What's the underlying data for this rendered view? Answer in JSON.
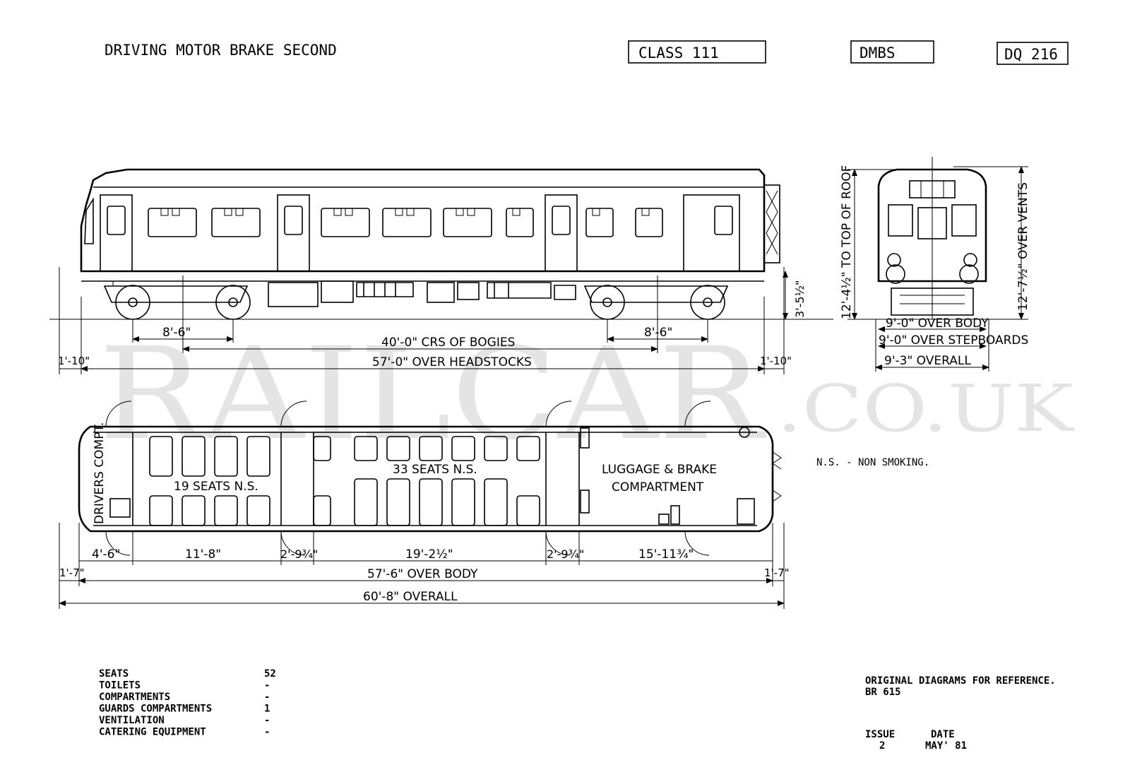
{
  "header": {
    "title": "DRIVING MOTOR BRAKE SECOND",
    "class_box": "CLASS 111",
    "type_box": "DMBS",
    "diagram_box": "DQ 216"
  },
  "watermark": {
    "main": "RAILCAR",
    "suffix": ".CO.UK"
  },
  "side_elevation": {
    "dims": {
      "bogie_wheelbase_left": "8'-6\"",
      "bogie_wheelbase_right": "8'-6\"",
      "bogie_centres": "40'-0\" CRS OF BOGIES",
      "headstocks": "57'-0\" OVER HEADSTOCKS",
      "overhang_left": "1'-10\"",
      "overhang_right": "1'-10\"",
      "floor_height": "3'-5½\""
    }
  },
  "end_elevation": {
    "dims": {
      "top_of_roof": "12'-4½\" TO TOP OF ROOF",
      "over_vents": "12'-7½\" OVER VENTS",
      "over_body": "9'-0\" OVER BODY",
      "over_stepboards": "9'-0\" OVER STEPBOARDS",
      "overall": "9'-3\" OVERALL"
    }
  },
  "plan": {
    "drivers_compt": "DRIVERS COMPT.",
    "seats_19": "19 SEATS  N.S.",
    "seats_33": "33  SEATS  N.S.",
    "luggage_line1": "LUGGAGE  &  BRAKE",
    "luggage_line2": "COMPARTMENT",
    "dims": {
      "d1": "4'-6\"",
      "d2": "11'-8\"",
      "d3": "2'-9¾\"",
      "d4": "19'-2½\"",
      "d5": "2'-9¾\"",
      "d6": "15'-11¾\"",
      "end_left": "1'-7\"",
      "end_right": "1'-7\"",
      "over_body": "57'-6\" OVER BODY",
      "overall": "60'-8\" OVERALL"
    },
    "note": "N.S. - NON  SMOKING."
  },
  "specs": [
    {
      "label": "SEATS",
      "value": "52"
    },
    {
      "label": "TOILETS",
      "value": "-"
    },
    {
      "label": "COMPARTMENTS",
      "value": "-"
    },
    {
      "label": "GUARDS COMPARTMENTS",
      "value": "1"
    },
    {
      "label": "VENTILATION",
      "value": "-"
    },
    {
      "label": "CATERING EQUIPMENT",
      "value": "-"
    }
  ],
  "reference": {
    "line1": "ORIGINAL  DIAGRAMS  FOR  REFERENCE.",
    "line2": "BR 615",
    "issue_label": "ISSUE",
    "issue_value": "2",
    "date_label": "DATE",
    "date_value": "MAY' 81"
  }
}
